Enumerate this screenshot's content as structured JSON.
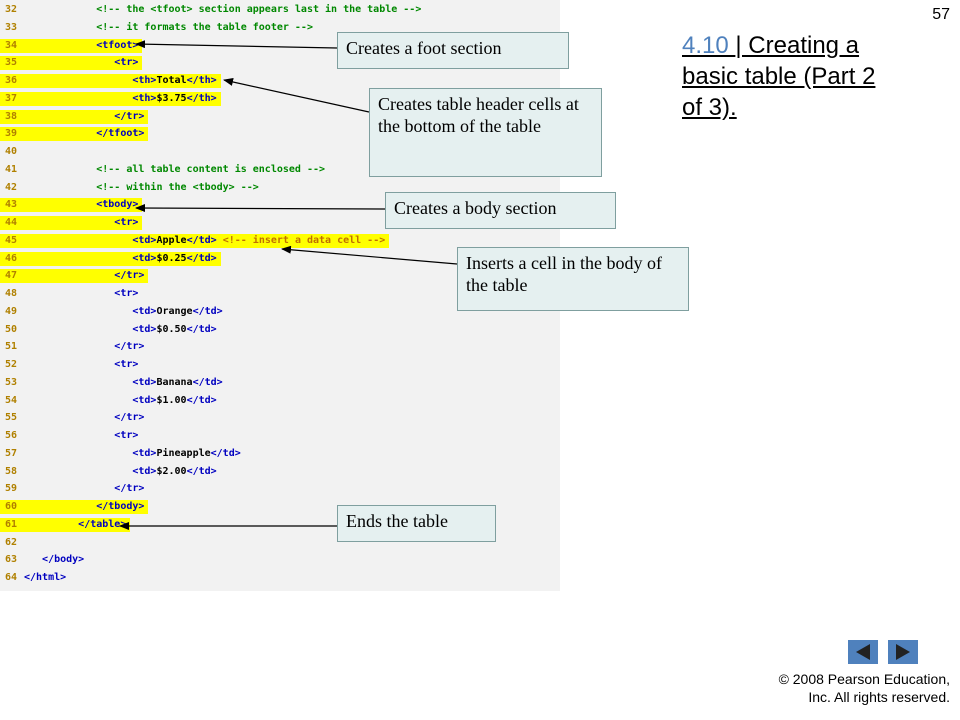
{
  "slide": {
    "page_number": "57",
    "title_number": "4.10 ",
    "title_text": "| Creating a basic table (Part 2 of 3).",
    "copyright_line1": "© 2008 Pearson Education,",
    "copyright_line2": "Inc.  All rights reserved."
  },
  "code_lines": [
    {
      "n": "32",
      "hl": false,
      "indent": 4,
      "segments": [
        {
          "t": "<!-- the <tfoot> section appears last in the table -->",
          "c": "c-cmt"
        }
      ]
    },
    {
      "n": "33",
      "hl": false,
      "indent": 4,
      "segments": [
        {
          "t": "<!-- it formats the table footer -->",
          "c": "c-cmt"
        }
      ]
    },
    {
      "n": "34",
      "hl": true,
      "indent": 4,
      "segments": [
        {
          "t": "<tfoot>",
          "c": "c-tag"
        }
      ]
    },
    {
      "n": "35",
      "hl": true,
      "indent": 5,
      "segments": [
        {
          "t": "<tr>",
          "c": "c-tag"
        }
      ]
    },
    {
      "n": "36",
      "hl": true,
      "indent": 6,
      "segments": [
        {
          "t": "<th>",
          "c": "c-tag"
        },
        {
          "t": "Total",
          "c": "c-txt"
        },
        {
          "t": "</th>",
          "c": "c-tag"
        }
      ]
    },
    {
      "n": "37",
      "hl": true,
      "indent": 6,
      "segments": [
        {
          "t": "<th>",
          "c": "c-tag"
        },
        {
          "t": "$3.75",
          "c": "c-txt"
        },
        {
          "t": "</th>",
          "c": "c-tag"
        }
      ]
    },
    {
      "n": "38",
      "hl": true,
      "indent": 5,
      "segments": [
        {
          "t": "</tr>",
          "c": "c-tag"
        }
      ]
    },
    {
      "n": "39",
      "hl": true,
      "indent": 4,
      "segments": [
        {
          "t": "</tfoot>",
          "c": "c-tag"
        }
      ]
    },
    {
      "n": "40",
      "hl": false,
      "indent": 0,
      "segments": []
    },
    {
      "n": "41",
      "hl": false,
      "indent": 4,
      "segments": [
        {
          "t": "<!-- all table content is enclosed -->",
          "c": "c-cmt"
        }
      ]
    },
    {
      "n": "42",
      "hl": false,
      "indent": 4,
      "segments": [
        {
          "t": "<!-- within the <tbody> -->",
          "c": "c-cmt"
        }
      ]
    },
    {
      "n": "43",
      "hl": true,
      "indent": 4,
      "segments": [
        {
          "t": "<tbody>",
          "c": "c-tag"
        }
      ]
    },
    {
      "n": "44",
      "hl": true,
      "indent": 5,
      "segments": [
        {
          "t": "<tr>",
          "c": "c-tag"
        }
      ]
    },
    {
      "n": "45",
      "hl": true,
      "indent": 6,
      "segments": [
        {
          "t": "<td>",
          "c": "c-tag"
        },
        {
          "t": "Apple",
          "c": "c-txt"
        },
        {
          "t": "</td>",
          "c": "c-tag"
        },
        {
          "t": " <!-- insert a data cell -->",
          "c": "c-hl"
        }
      ]
    },
    {
      "n": "46",
      "hl": true,
      "indent": 6,
      "segments": [
        {
          "t": "<td>",
          "c": "c-tag"
        },
        {
          "t": "$0.25",
          "c": "c-txt"
        },
        {
          "t": "</td>",
          "c": "c-tag"
        }
      ]
    },
    {
      "n": "47",
      "hl": true,
      "indent": 5,
      "segments": [
        {
          "t": "</tr>",
          "c": "c-tag"
        }
      ]
    },
    {
      "n": "48",
      "hl": false,
      "indent": 5,
      "segments": [
        {
          "t": "<tr>",
          "c": "c-tag"
        }
      ]
    },
    {
      "n": "49",
      "hl": false,
      "indent": 6,
      "segments": [
        {
          "t": "<td>",
          "c": "c-tag"
        },
        {
          "t": "Orange",
          "c": "c-txt"
        },
        {
          "t": "</td>",
          "c": "c-tag"
        }
      ]
    },
    {
      "n": "50",
      "hl": false,
      "indent": 6,
      "segments": [
        {
          "t": "<td>",
          "c": "c-tag"
        },
        {
          "t": "$0.50",
          "c": "c-txt"
        },
        {
          "t": "</td>",
          "c": "c-tag"
        }
      ]
    },
    {
      "n": "51",
      "hl": false,
      "indent": 5,
      "segments": [
        {
          "t": "</tr>",
          "c": "c-tag"
        }
      ]
    },
    {
      "n": "52",
      "hl": false,
      "indent": 5,
      "segments": [
        {
          "t": "<tr>",
          "c": "c-tag"
        }
      ]
    },
    {
      "n": "53",
      "hl": false,
      "indent": 6,
      "segments": [
        {
          "t": "<td>",
          "c": "c-tag"
        },
        {
          "t": "Banana",
          "c": "c-txt"
        },
        {
          "t": "</td>",
          "c": "c-tag"
        }
      ]
    },
    {
      "n": "54",
      "hl": false,
      "indent": 6,
      "segments": [
        {
          "t": "<td>",
          "c": "c-tag"
        },
        {
          "t": "$1.00",
          "c": "c-txt"
        },
        {
          "t": "</td>",
          "c": "c-tag"
        }
      ]
    },
    {
      "n": "55",
      "hl": false,
      "indent": 5,
      "segments": [
        {
          "t": "</tr>",
          "c": "c-tag"
        }
      ]
    },
    {
      "n": "56",
      "hl": false,
      "indent": 5,
      "segments": [
        {
          "t": "<tr>",
          "c": "c-tag"
        }
      ]
    },
    {
      "n": "57",
      "hl": false,
      "indent": 6,
      "segments": [
        {
          "t": "<td>",
          "c": "c-tag"
        },
        {
          "t": "Pineapple",
          "c": "c-txt"
        },
        {
          "t": "</td>",
          "c": "c-tag"
        }
      ]
    },
    {
      "n": "58",
      "hl": false,
      "indent": 6,
      "segments": [
        {
          "t": "<td>",
          "c": "c-tag"
        },
        {
          "t": "$2.00",
          "c": "c-txt"
        },
        {
          "t": "</td>",
          "c": "c-tag"
        }
      ]
    },
    {
      "n": "59",
      "hl": false,
      "indent": 5,
      "segments": [
        {
          "t": "</tr>",
          "c": "c-tag"
        }
      ]
    },
    {
      "n": "60",
      "hl": true,
      "indent": 4,
      "segments": [
        {
          "t": "</tbody>",
          "c": "c-tag"
        }
      ]
    },
    {
      "n": "61",
      "hl": true,
      "indent": 3,
      "segments": [
        {
          "t": "</table>",
          "c": "c-tag"
        }
      ]
    },
    {
      "n": "62",
      "hl": false,
      "indent": 0,
      "segments": []
    },
    {
      "n": "63",
      "hl": false,
      "indent": 1,
      "segments": [
        {
          "t": "</body>",
          "c": "c-tag"
        }
      ]
    },
    {
      "n": "64",
      "hl": false,
      "indent": 0,
      "segments": [
        {
          "t": "</html>",
          "c": "c-tag"
        }
      ]
    }
  ],
  "callouts": {
    "foot": "Creates a foot section",
    "header_cells": "Creates table header cells at the bottom of the table",
    "body": "Creates a body section",
    "cell": "Inserts a cell in the body of the table",
    "ends": "Ends the table"
  },
  "nav": {
    "prev_icon": "prev-arrow-icon",
    "next_icon": "next-arrow-icon",
    "button_color": "#4f81bd"
  }
}
